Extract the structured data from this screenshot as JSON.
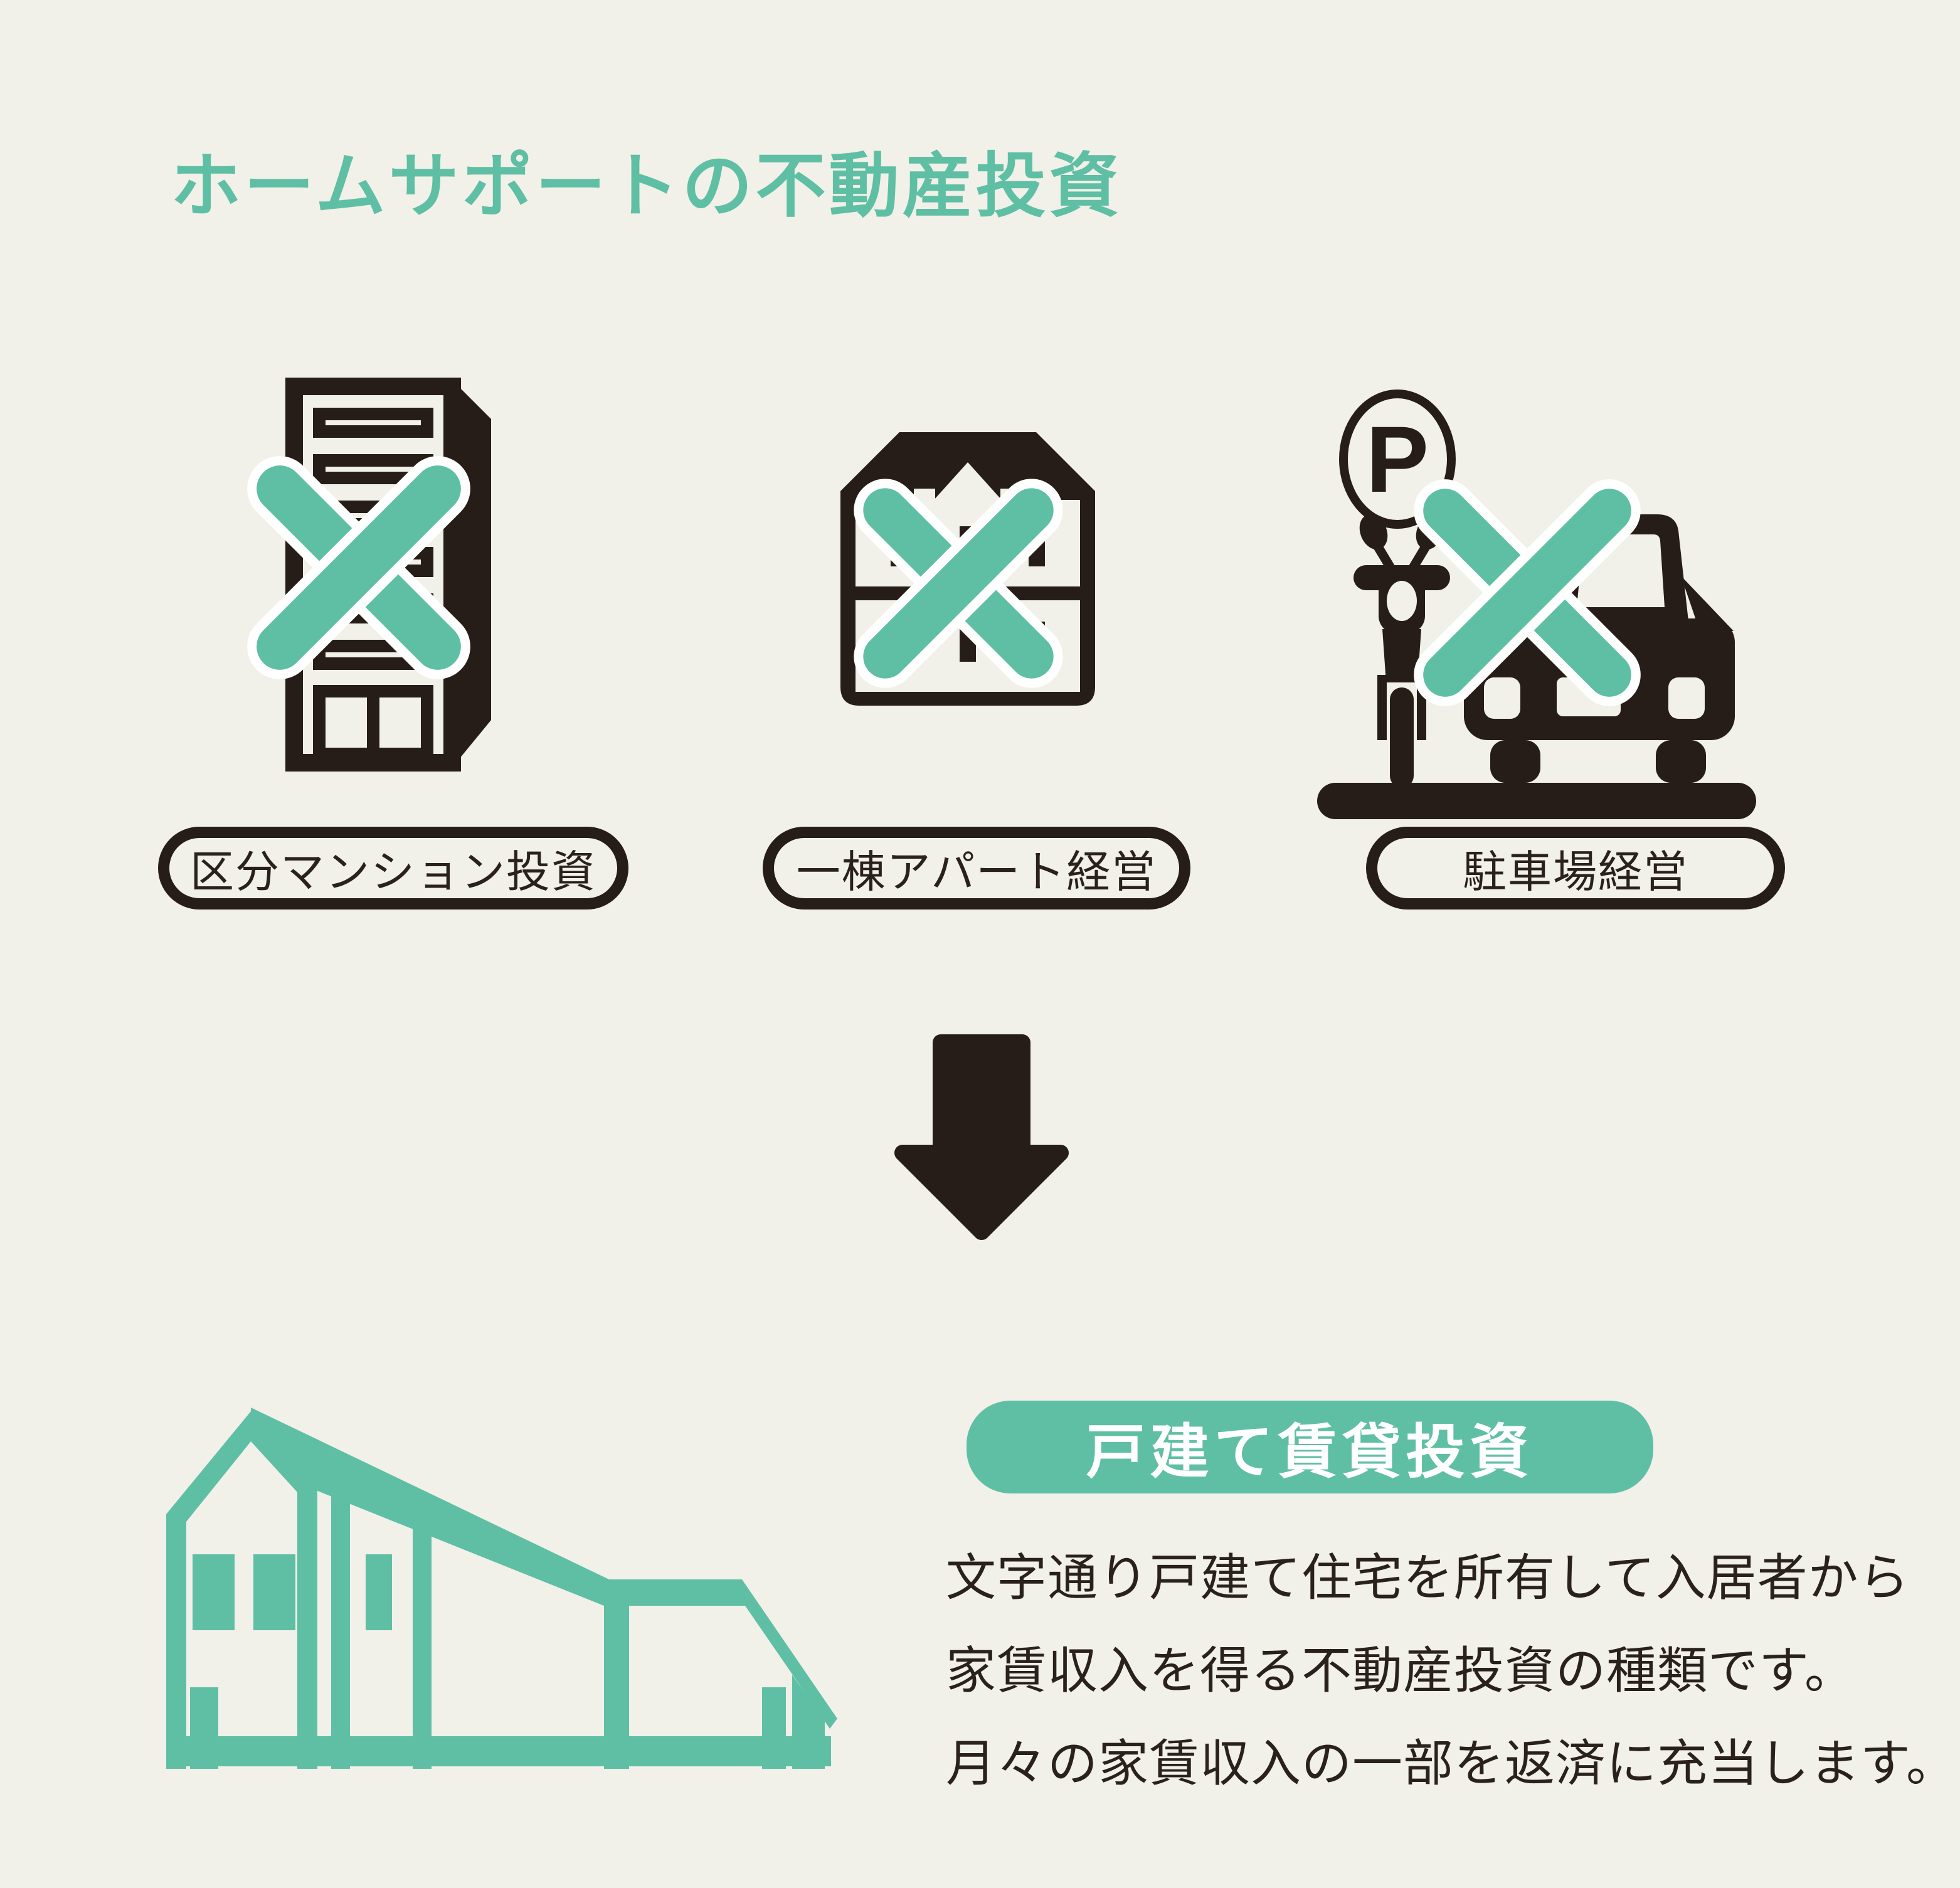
{
  "page": {
    "background_color": "#f1f0e9",
    "accent_color": "#5fbfa4",
    "dark_color": "#271d18",
    "text_color": "#2b211c"
  },
  "title": {
    "text": "ホームサポートの不動産投資"
  },
  "options": [
    {
      "label": "区分マンション投資",
      "icon": "condo-building-icon",
      "crossed_out": true
    },
    {
      "label": "一棟アパート経営",
      "icon": "apartment-building-icon",
      "crossed_out": true
    },
    {
      "label": "駐車場経営",
      "icon": "parking-lot-icon",
      "crossed_out": true
    }
  ],
  "parking_sign_letter": "P",
  "arrow": {
    "icon": "down-arrow-icon"
  },
  "result": {
    "badge": "戸建て賃貸投資",
    "icon": "detached-house-icon",
    "description_lines": [
      "文字通り戸建て住宅を所有して入居者から",
      "家賃収入を得る不動産投資の種類です。",
      "月々の家賃収入の一部を返済に充当します。"
    ]
  }
}
